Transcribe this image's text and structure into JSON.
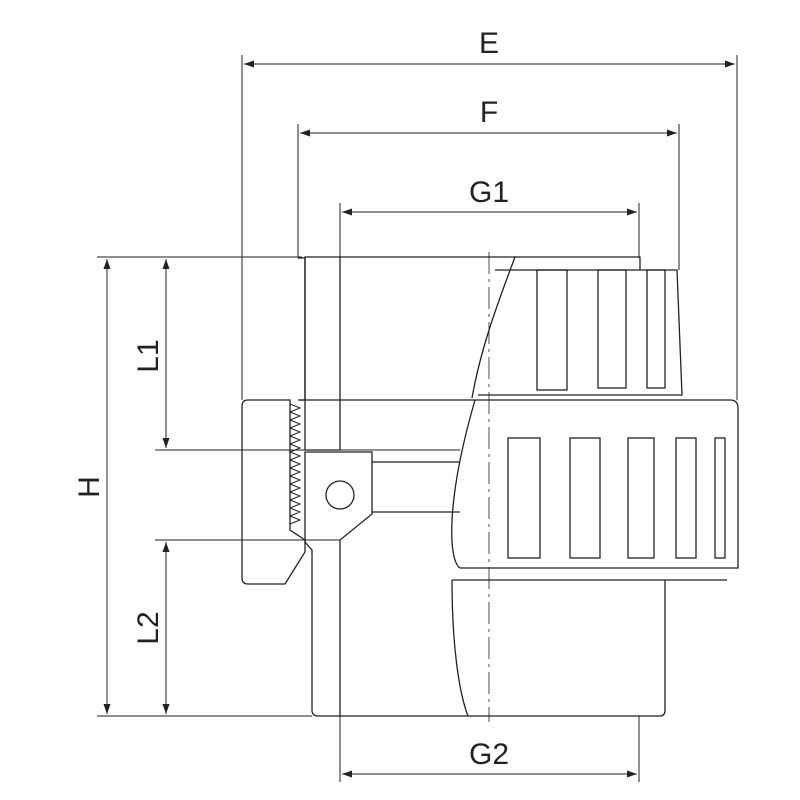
{
  "diagram": {
    "labels": {
      "E": "E",
      "F": "F",
      "G1": "G1",
      "G2": "G2",
      "H": "H",
      "L1": "L1",
      "L2": "L2"
    },
    "colors": {
      "line": "#222222",
      "background": "#ffffff"
    }
  }
}
